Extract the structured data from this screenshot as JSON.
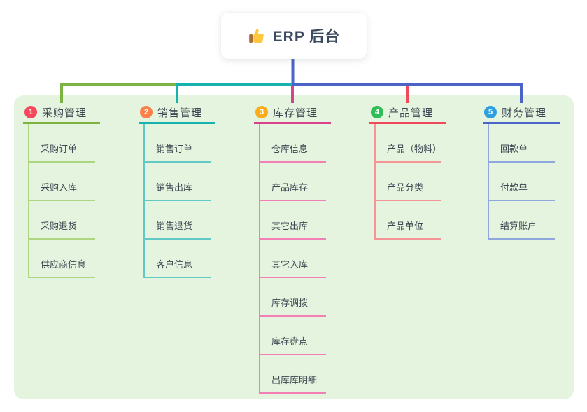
{
  "root": {
    "title": "ERP 后台",
    "icon": "thumbs-up",
    "line_color": "#4C63C8"
  },
  "colors": {
    "panel_bg": "#E5F4DF",
    "card_bg": "#FFFFFF",
    "root_text": "#3B4A5E",
    "node_text": "#3D4752",
    "badge_text": "#FFFFFF",
    "thumb_yellow": "#FFC83D",
    "thumb_cuff": "#A86E3C"
  },
  "branches": [
    {
      "number": "1",
      "label": "采购管理",
      "badge_color": "#F5495B",
      "line_color": "#7CB342",
      "child_line_color": "#AED581",
      "children": [
        "采购订单",
        "采购入库",
        "采购退货",
        "供应商信息"
      ]
    },
    {
      "number": "2",
      "label": "销售管理",
      "badge_color": "#FC8149",
      "line_color": "#16B3AE",
      "child_line_color": "#63C9C4",
      "children": [
        "销售订单",
        "销售出库",
        "销售退货",
        "客户信息"
      ]
    },
    {
      "number": "3",
      "label": "库存管理",
      "badge_color": "#FAAD1A",
      "line_color": "#D9408E",
      "child_line_color": "#F27FB5",
      "children": [
        "仓库信息",
        "产品库存",
        "其它出库",
        "其它入库",
        "库存调拨",
        "库存盘点",
        "出库库明细"
      ]
    },
    {
      "number": "4",
      "label": "产品管理",
      "badge_color": "#2EBD59",
      "line_color": "#F1495A",
      "child_line_color": "#F59597",
      "children": [
        "产品（物料）",
        "产品分类",
        "产品单位"
      ]
    },
    {
      "number": "5",
      "label": "财务管理",
      "badge_color": "#2E9FE0",
      "line_color": "#4C63C8",
      "child_line_color": "#8FA7DC",
      "children": [
        "回款单",
        "付款单",
        "结算账户"
      ]
    }
  ]
}
